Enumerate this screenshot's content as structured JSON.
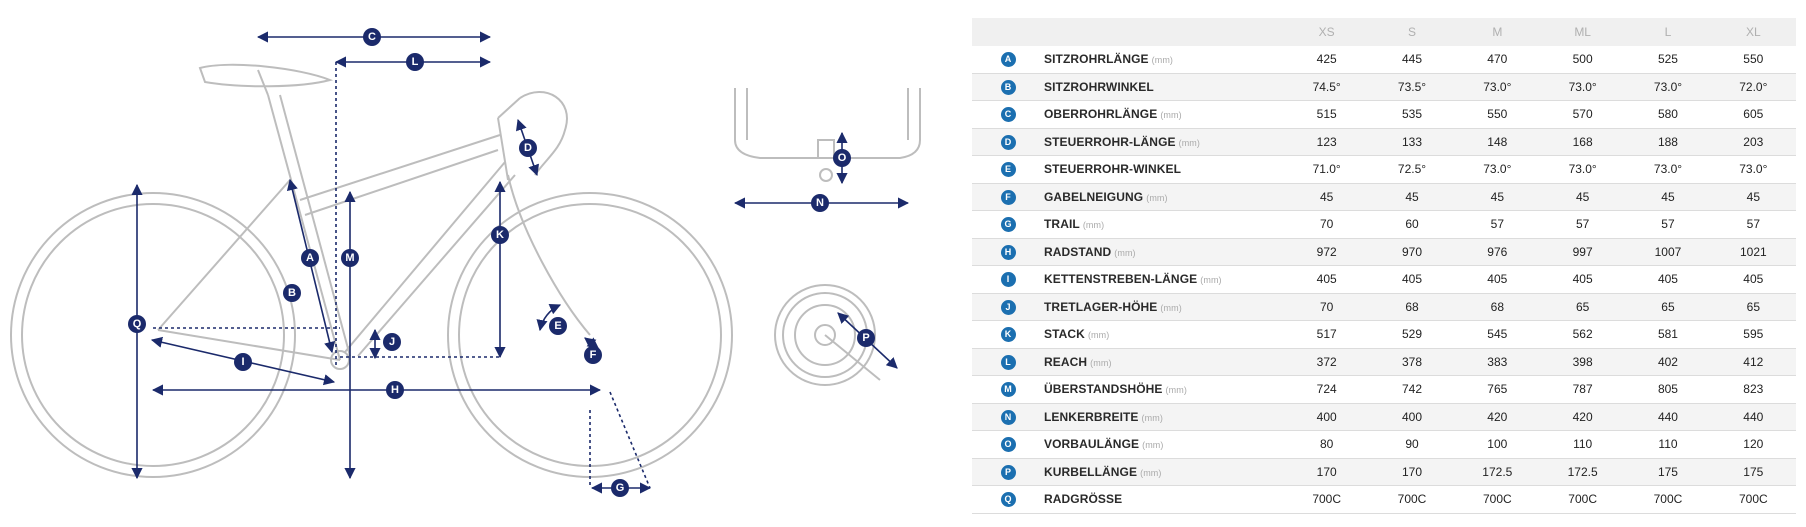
{
  "diagram": {
    "labels": [
      "A",
      "B",
      "C",
      "D",
      "E",
      "F",
      "G",
      "H",
      "I",
      "J",
      "K",
      "L",
      "M",
      "N",
      "O",
      "P",
      "Q"
    ]
  },
  "table": {
    "sizes": [
      "XS",
      "S",
      "M",
      "ML",
      "L",
      "XL"
    ],
    "rows": [
      {
        "key": "A",
        "name": "SITZROHRLÄNGE",
        "unit": "(mm)",
        "values": [
          "425",
          "445",
          "470",
          "500",
          "525",
          "550"
        ]
      },
      {
        "key": "B",
        "name": "SITZROHRWINKEL",
        "unit": "",
        "values": [
          "74.5°",
          "73.5°",
          "73.0°",
          "73.0°",
          "73.0°",
          "72.0°"
        ]
      },
      {
        "key": "C",
        "name": "OBERROHRLÄNGE",
        "unit": "(mm)",
        "values": [
          "515",
          "535",
          "550",
          "570",
          "580",
          "605"
        ]
      },
      {
        "key": "D",
        "name": "STEUERROHR-LÄNGE",
        "unit": "(mm)",
        "values": [
          "123",
          "133",
          "148",
          "168",
          "188",
          "203"
        ]
      },
      {
        "key": "E",
        "name": "STEUERROHR-WINKEL",
        "unit": "",
        "values": [
          "71.0°",
          "72.5°",
          "73.0°",
          "73.0°",
          "73.0°",
          "73.0°"
        ]
      },
      {
        "key": "F",
        "name": "GABELNEIGUNG",
        "unit": "(mm)",
        "values": [
          "45",
          "45",
          "45",
          "45",
          "45",
          "45"
        ]
      },
      {
        "key": "G",
        "name": "TRAIL",
        "unit": "(mm)",
        "values": [
          "70",
          "60",
          "57",
          "57",
          "57",
          "57"
        ]
      },
      {
        "key": "H",
        "name": "RADSTAND",
        "unit": "(mm)",
        "values": [
          "972",
          "970",
          "976",
          "997",
          "1007",
          "1021"
        ]
      },
      {
        "key": "I",
        "name": "KETTENSTREBEN-LÄNGE",
        "unit": "(mm)",
        "values": [
          "405",
          "405",
          "405",
          "405",
          "405",
          "405"
        ]
      },
      {
        "key": "J",
        "name": "TRETLAGER-HÖHE",
        "unit": "(mm)",
        "values": [
          "70",
          "68",
          "68",
          "65",
          "65",
          "65"
        ]
      },
      {
        "key": "K",
        "name": "STACK",
        "unit": "(mm)",
        "values": [
          "517",
          "529",
          "545",
          "562",
          "581",
          "595"
        ]
      },
      {
        "key": "L",
        "name": "REACH",
        "unit": "(mm)",
        "values": [
          "372",
          "378",
          "383",
          "398",
          "402",
          "412"
        ]
      },
      {
        "key": "M",
        "name": "ÜBERSTANDSHÖHE",
        "unit": "(mm)",
        "values": [
          "724",
          "742",
          "765",
          "787",
          "805",
          "823"
        ]
      },
      {
        "key": "N",
        "name": "LENKERBREITE",
        "unit": "(mm)",
        "values": [
          "400",
          "400",
          "420",
          "420",
          "440",
          "440"
        ]
      },
      {
        "key": "O",
        "name": "VORBAULÄNGE",
        "unit": "(mm)",
        "values": [
          "80",
          "90",
          "100",
          "110",
          "110",
          "120"
        ]
      },
      {
        "key": "P",
        "name": "KURBELLÄNGE",
        "unit": "(mm)",
        "values": [
          "170",
          "170",
          "172.5",
          "172.5",
          "175",
          "175"
        ]
      },
      {
        "key": "Q",
        "name": "RADGRÖSSE",
        "unit": "",
        "values": [
          "700C",
          "700C",
          "700C",
          "700C",
          "700C",
          "700C"
        ]
      }
    ]
  },
  "colors": {
    "accent": "#1b2a6b",
    "badge": "#1b6fb0",
    "frame": "#bdbdbd"
  }
}
